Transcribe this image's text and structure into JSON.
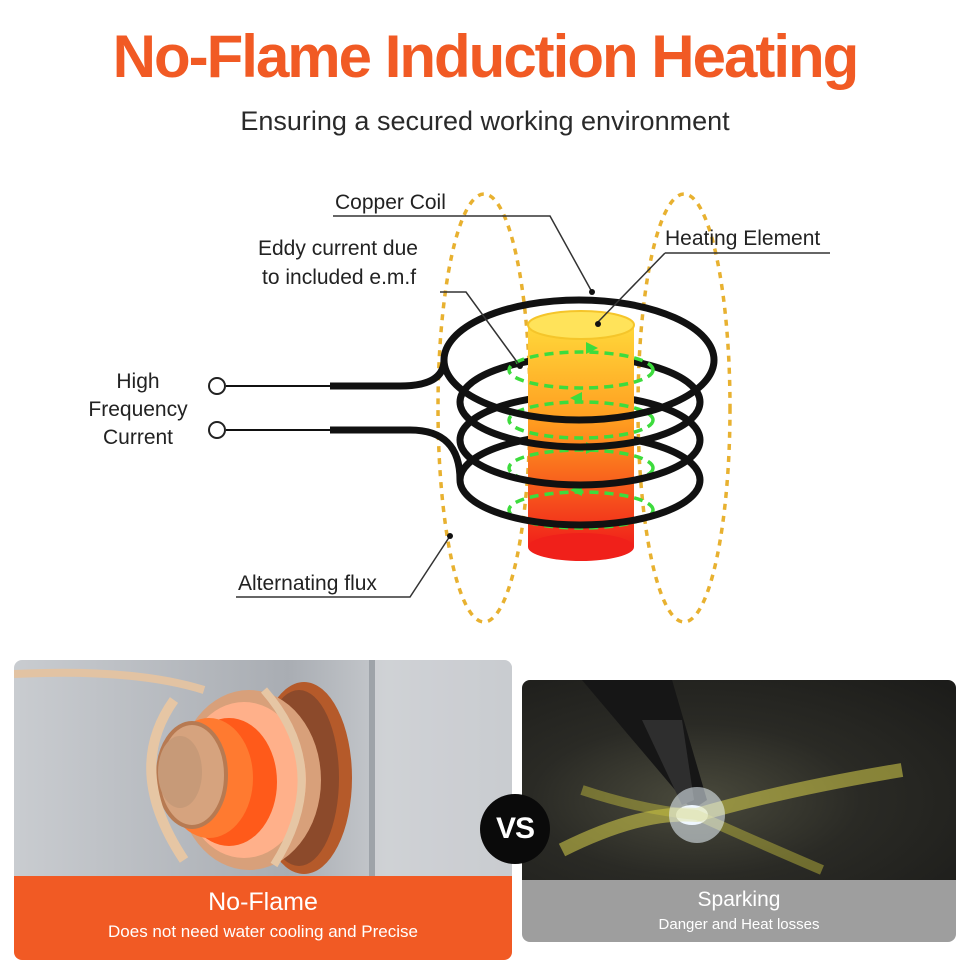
{
  "header": {
    "title": "No-Flame Induction Heating",
    "subtitle": "Ensuring a secured working environment",
    "accent_color": "#F15A24"
  },
  "diagram": {
    "labels": {
      "copper_coil": "Copper Coil",
      "eddy_line1": "Eddy current due",
      "eddy_line2": "to included e.m.f",
      "heating_element": "Heating Element",
      "hf_line1": "High",
      "hf_line2": "Frequency",
      "hf_line3": "Current",
      "alternating_flux": "Alternating flux"
    },
    "colors": {
      "coil": "#111111",
      "flux": "#E8B130",
      "eddy": "#3DDC3D",
      "element_top": "#FFD43A",
      "element_bottom": "#F0201A"
    }
  },
  "comparison": {
    "left": {
      "title": "No-Flame",
      "subtitle": "Does not need water cooling and Precise",
      "caption_color": "#F15A24"
    },
    "vs_label": "VS",
    "right": {
      "title": "Sparking",
      "subtitle": "Danger and Heat losses",
      "caption_color": "#9E9E9E"
    }
  }
}
